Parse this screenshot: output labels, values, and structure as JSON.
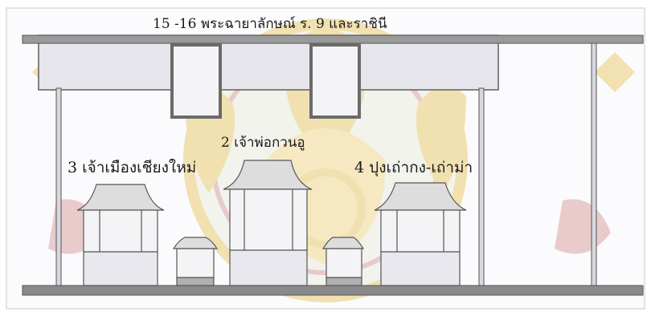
{
  "diagram": {
    "title": "15 -16 พระฉายาลักษณ์ ร. 9 และราชินี",
    "labels": {
      "item2": "2 เจ้าพ่อกวนอู",
      "item3": "3 เจ้าเมืองเชียงใหม่",
      "item4": "4 ปุงเถ่ากง-เถ่าม่า"
    }
  },
  "colors": {
    "frame_fill": "#e8e8ee",
    "frame_stroke": "#555555",
    "floor": "#8a8a8a",
    "watermark_gold": "#e6c255",
    "watermark_red": "#d29090",
    "watermark_blue": "#9aa0cc"
  }
}
